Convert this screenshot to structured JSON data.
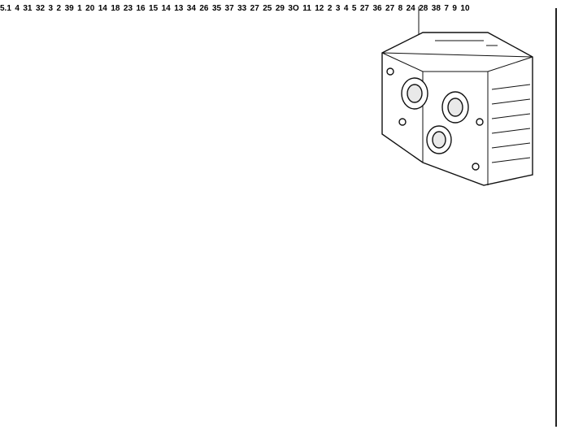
{
  "labels": [
    {
      "id": "5.1",
      "text": "5.1"
    },
    {
      "id": "4a",
      "text": "4"
    },
    {
      "id": "31",
      "text": "31"
    },
    {
      "id": "32",
      "text": "32"
    },
    {
      "id": "3a",
      "text": "3"
    },
    {
      "id": "2a",
      "text": "2"
    },
    {
      "id": "39",
      "text": "39"
    },
    {
      "id": "1",
      "text": "1"
    },
    {
      "id": "20",
      "text": "20"
    },
    {
      "id": "14a",
      "text": "14"
    },
    {
      "id": "18",
      "text": "18"
    },
    {
      "id": "23",
      "text": "23"
    },
    {
      "id": "16",
      "text": "16"
    },
    {
      "id": "15",
      "text": "15"
    },
    {
      "id": "14b",
      "text": "14"
    },
    {
      "id": "13",
      "text": "13"
    },
    {
      "id": "34",
      "text": "34"
    },
    {
      "id": "26",
      "text": "26"
    },
    {
      "id": "35",
      "text": "35"
    },
    {
      "id": "37",
      "text": "37"
    },
    {
      "id": "33",
      "text": "33"
    },
    {
      "id": "27a",
      "text": "27"
    },
    {
      "id": "25",
      "text": "25"
    },
    {
      "id": "29",
      "text": "29"
    },
    {
      "id": "30",
      "text": "3O"
    },
    {
      "id": "11",
      "text": "11"
    },
    {
      "id": "12",
      "text": "12"
    },
    {
      "id": "2b",
      "text": "2"
    },
    {
      "id": "3b",
      "text": "3"
    },
    {
      "id": "4b",
      "text": "4"
    },
    {
      "id": "5",
      "text": "5"
    },
    {
      "id": "27b",
      "text": "27"
    },
    {
      "id": "36",
      "text": "36"
    },
    {
      "id": "27c",
      "text": "27"
    },
    {
      "id": "8",
      "text": "8"
    },
    {
      "id": "24",
      "text": "24"
    },
    {
      "id": "28",
      "text": "28"
    },
    {
      "id": "38",
      "text": "38"
    },
    {
      "id": "7",
      "text": "7"
    },
    {
      "id": "9",
      "text": "9"
    },
    {
      "id": "10",
      "text": "10"
    }
  ]
}
